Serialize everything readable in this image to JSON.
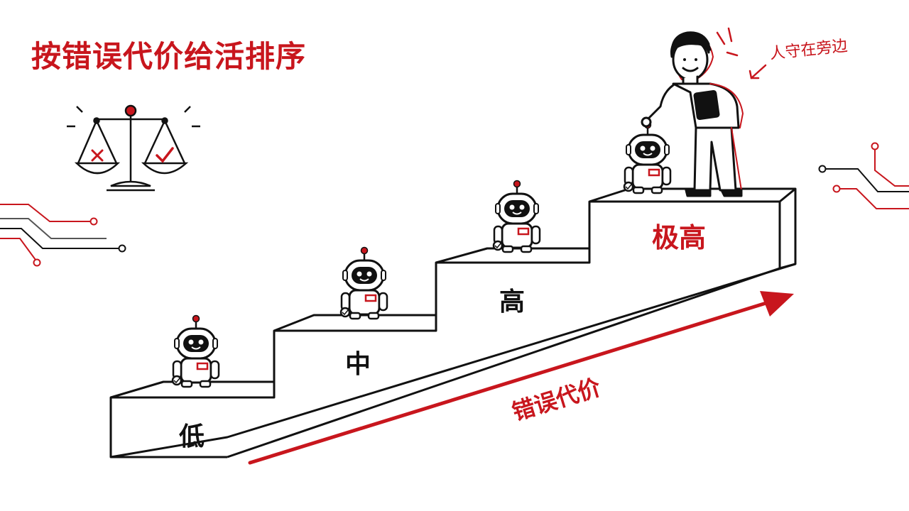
{
  "title": "按错误代价给活排序",
  "steps": [
    {
      "label": "低"
    },
    {
      "label": "中"
    },
    {
      "label": "高"
    },
    {
      "label": "极高"
    }
  ],
  "arrow_label": "错误代价",
  "human_note": "人守在旁边",
  "colors": {
    "accent": "#c8161d",
    "ink": "#111111",
    "background": "#ffffff"
  },
  "icons": [
    "balance-scale-icon",
    "cross-mark-icon",
    "check-mark-icon",
    "robot-icon",
    "human-supervisor-icon",
    "tablet-icon",
    "circuit-lines-icon"
  ]
}
